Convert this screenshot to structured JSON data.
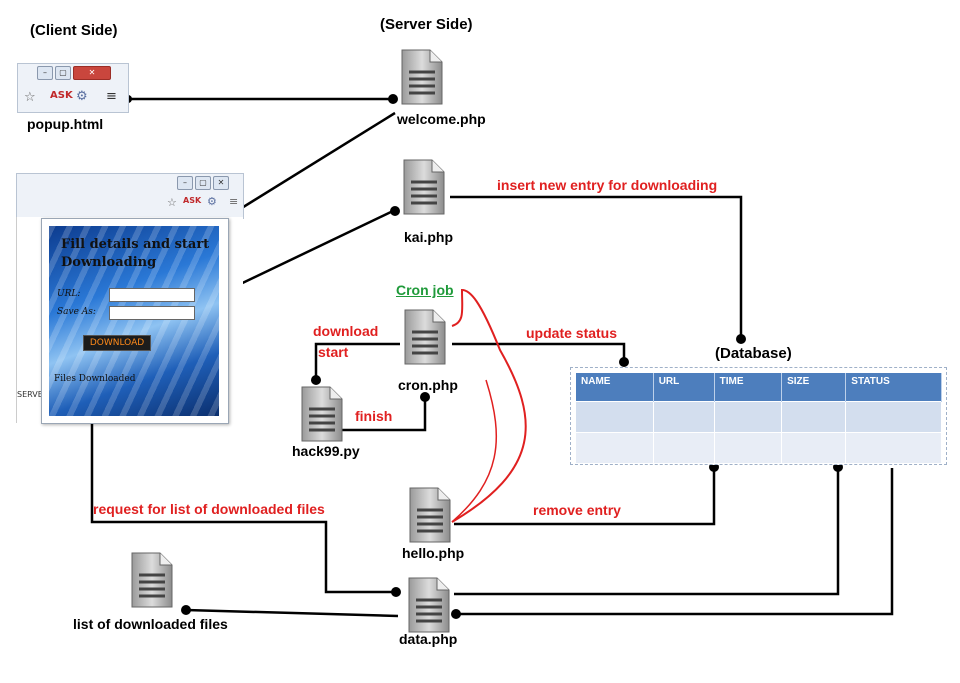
{
  "headers": {
    "client": "(Client Side)",
    "server": "(Server Side)",
    "database": "(Database)"
  },
  "files": {
    "welcome": "welcome.php",
    "kai": "kai.php",
    "cron": "cron.php",
    "hack99": "hack99.py",
    "hello": "hello.php",
    "data": "data.php",
    "list": "list of downloaded files",
    "popup": "popup.html"
  },
  "edge_labels": {
    "insert": "insert new entry for downloading",
    "cron_job": "Cron job",
    "download": "download",
    "start": "start",
    "update": "update status",
    "finish": "finish",
    "remove": "remove entry",
    "request": "request for list of downloaded files"
  },
  "popup": {
    "title": "Fill details and start Downloading",
    "url_label": "URL:",
    "save_label": "Save As:",
    "download_button": "DOWNLOAD",
    "files_downloaded": "Files Downloaded",
    "server_text": "SERVER"
  },
  "database": {
    "columns": [
      "NAME",
      "URL",
      "TIME",
      "SIZE",
      "STATUS"
    ],
    "rows": [
      [
        "",
        "",
        "",
        "",
        ""
      ],
      [
        "",
        "",
        "",
        "",
        ""
      ]
    ]
  },
  "colors": {
    "annotation": "#e02020",
    "cron": "#1f9a3a",
    "table_header": "#4d7ebd",
    "wire": "#000000"
  },
  "icons": [
    "document-icon",
    "star-icon",
    "ask-icon",
    "extension-icon",
    "menu-icon"
  ]
}
